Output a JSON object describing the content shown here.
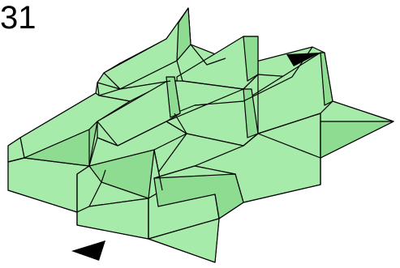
{
  "diagram": {
    "step_number": "31",
    "colors": {
      "paper": "#a6eba9",
      "paper_shade": "#8edc92",
      "stroke": "#000000",
      "arrow": "#000000",
      "background": "#ffffff"
    },
    "arrows": [
      {
        "name": "arrow-right",
        "icon": "arrowhead-icon",
        "direction": "up-right"
      },
      {
        "name": "arrow-left",
        "icon": "arrowhead-icon",
        "direction": "down-left"
      }
    ]
  }
}
